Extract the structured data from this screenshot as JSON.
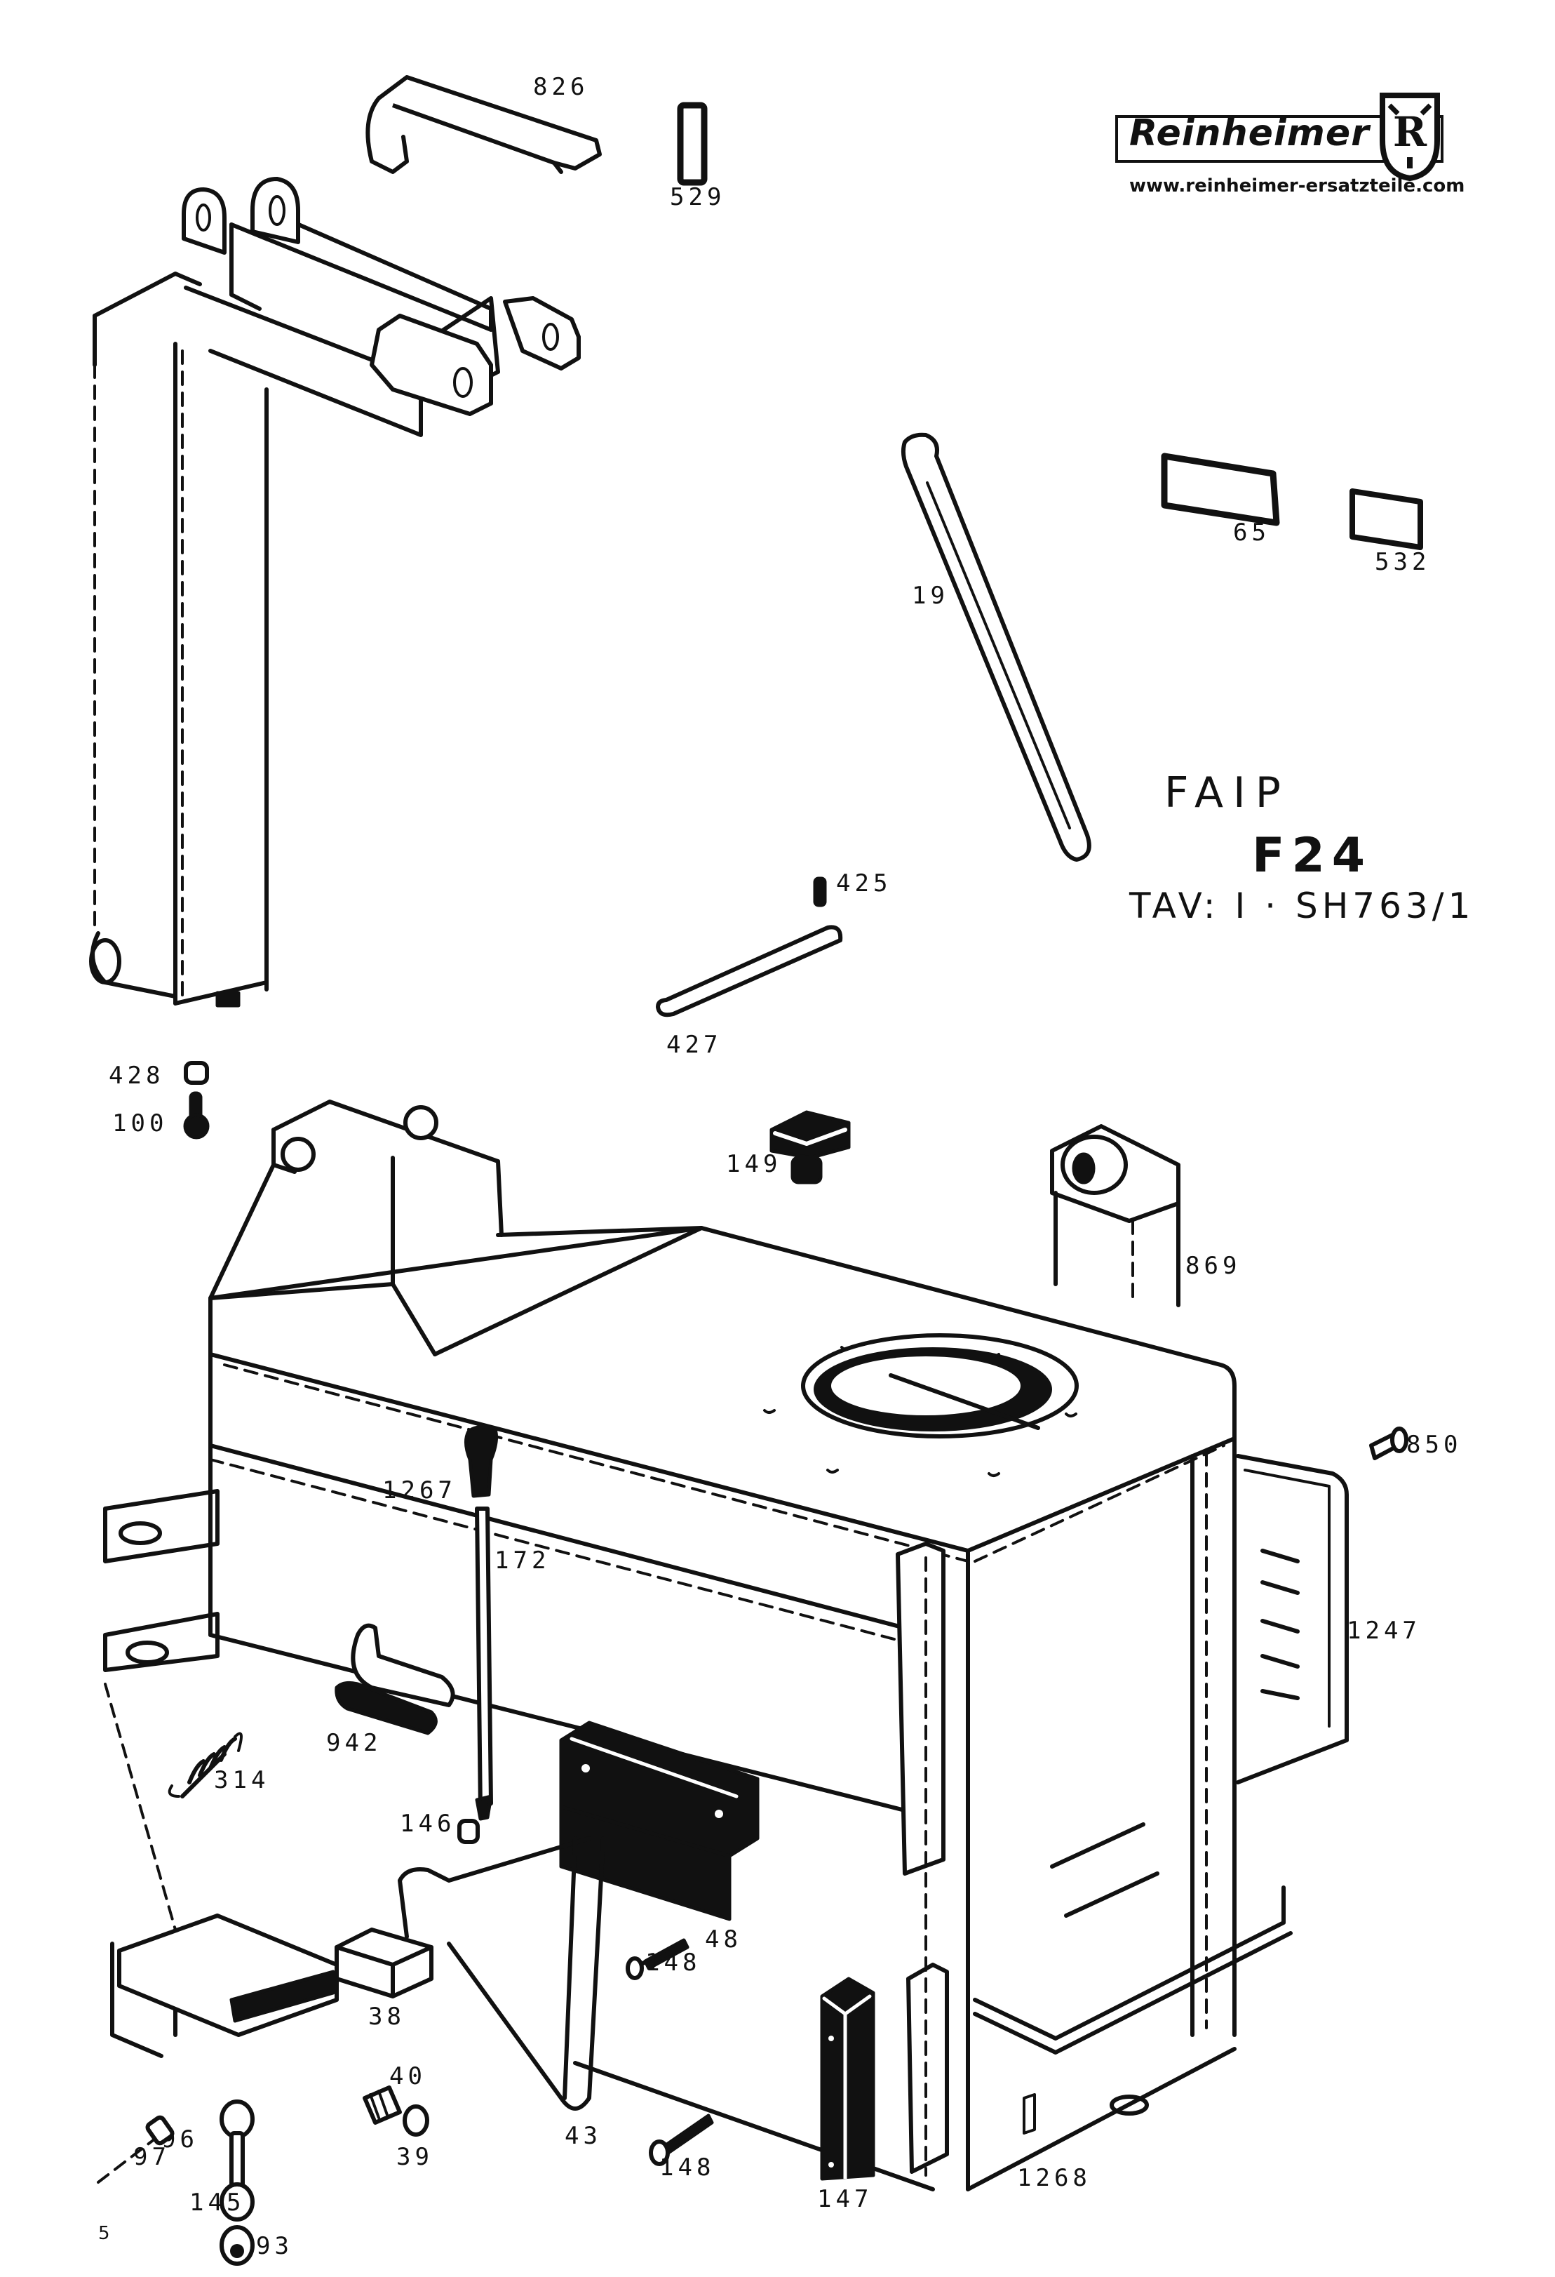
{
  "brand": {
    "name": "Reinheimer",
    "logo_icon": "shield-R-logo-icon",
    "website": "www.reinheimer-ersatzteile.com"
  },
  "title": {
    "manufacturer": "FAIP",
    "model": "F24",
    "table_ref": "TAV: I · SH763/1"
  },
  "page_mark": "5",
  "parts": {
    "p826": "826",
    "p529": "529",
    "p65": "65",
    "p532": "532",
    "p19": "19",
    "p425": "425",
    "p427": "427",
    "p428": "428",
    "p100": "100",
    "p149": "149",
    "p869": "869",
    "p850": "850",
    "p1247": "1247",
    "p1267": "1267",
    "p172": "172",
    "p942": "942",
    "p314": "314",
    "p146": "146",
    "p48": "48",
    "p148a": "148",
    "p148b": "148",
    "p38a": "38",
    "p40": "40",
    "p39": "39",
    "p96": "96",
    "p97": "97",
    "p43": "43",
    "p145": "145",
    "p93": "93",
    "p147": "147",
    "p1268": "1268"
  }
}
